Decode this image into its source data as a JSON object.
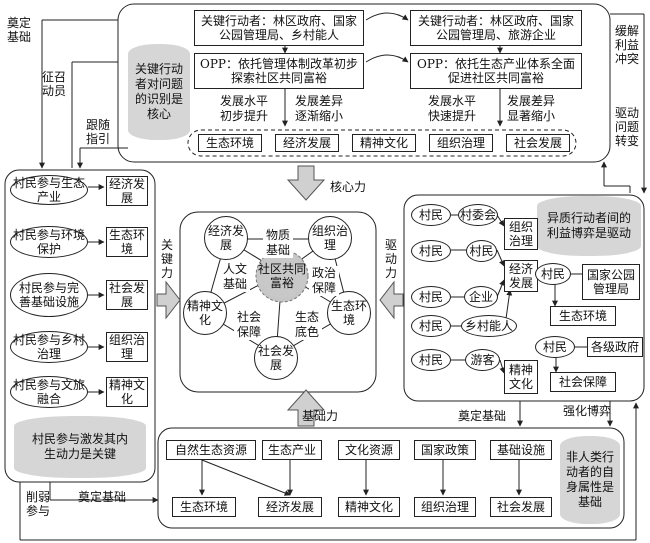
{
  "left_arrows": {
    "establish_basis": "奠定基础",
    "recruit": "征召动员",
    "follow": "跟随指引",
    "weaken": "削弱参与",
    "establish_basis_bottom": "奠定基础"
  },
  "right_arrows": {
    "ease_conflict": "缓解利益冲突",
    "drive_shift": "驱动问题转变",
    "strengthen_game": "强化博弈",
    "establish_basis_mid": "奠定基础"
  },
  "top": {
    "cylinder": "关键行动者对问题的识别是核心",
    "actor1": "关键行动者：林区政府、国家公园管理局、乡村能人",
    "actor2": "关键行动者：林区政府、国家公园管理局、旅游企业",
    "opp1": "OPP：依托管理体制改革初步探索社区共同富裕",
    "opp2": "OPP：依托生态产业体系全面促进社区共同富裕",
    "l1": "发展水平初步提升",
    "l2": "发展差异逐渐缩小",
    "r1": "发展水平快速提升",
    "r2": "发展差异显著缩小",
    "dims": [
      "生态环境",
      "经济发展",
      "精神文化",
      "组织治理",
      "社会发展"
    ]
  },
  "force_labels": {
    "core": "核心力",
    "key": "关键力",
    "drive": "驱动力",
    "base": "基础力"
  },
  "left": {
    "rows": [
      {
        "oval": "村民参与生态产业",
        "box": "经济发展"
      },
      {
        "oval": "村民参与环境保护",
        "box": "生态环境"
      },
      {
        "oval": "村民参与完善基础设施",
        "box": "社会发展"
      },
      {
        "oval": "村民参与乡村治理",
        "box": "组织治理"
      },
      {
        "oval": "村民参与文旅融合",
        "box": "精神文化"
      }
    ],
    "cylinder": "村民参与激发其内生动力是关键"
  },
  "center": {
    "hub": "社区共同富裕",
    "nodes": {
      "econ": "经济发展",
      "org": "组织治理",
      "eco": "生态环境",
      "soc": "社会发展",
      "cul": "精神文化"
    },
    "links": {
      "material": "物质基础",
      "political": "政治保障",
      "ecological": "生态底色",
      "social": "社会保障",
      "humanistic": "人文基础"
    }
  },
  "right": {
    "cylinder": "异质行动者间的利益博弈是驱动",
    "villager": "村民",
    "committee": "村委会",
    "villager2": "村民",
    "enterprise": "企业",
    "talent": "乡村能人",
    "tourist": "游客",
    "org": "组织治理",
    "econ": "经济发展",
    "cul": "精神文化",
    "park": "国家公园管理局",
    "eco": "生态环境",
    "gov": "各级政府",
    "soc": "社会保障"
  },
  "bottom": {
    "cylinder": "非人类行动者的自身属性是基础",
    "sources": [
      "自然生态资源",
      "生态产业",
      "文化资源",
      "国家政策",
      "基础设施"
    ],
    "targets": [
      "生态环境",
      "经济发展",
      "精神文化",
      "组织治理",
      "社会发展"
    ]
  }
}
